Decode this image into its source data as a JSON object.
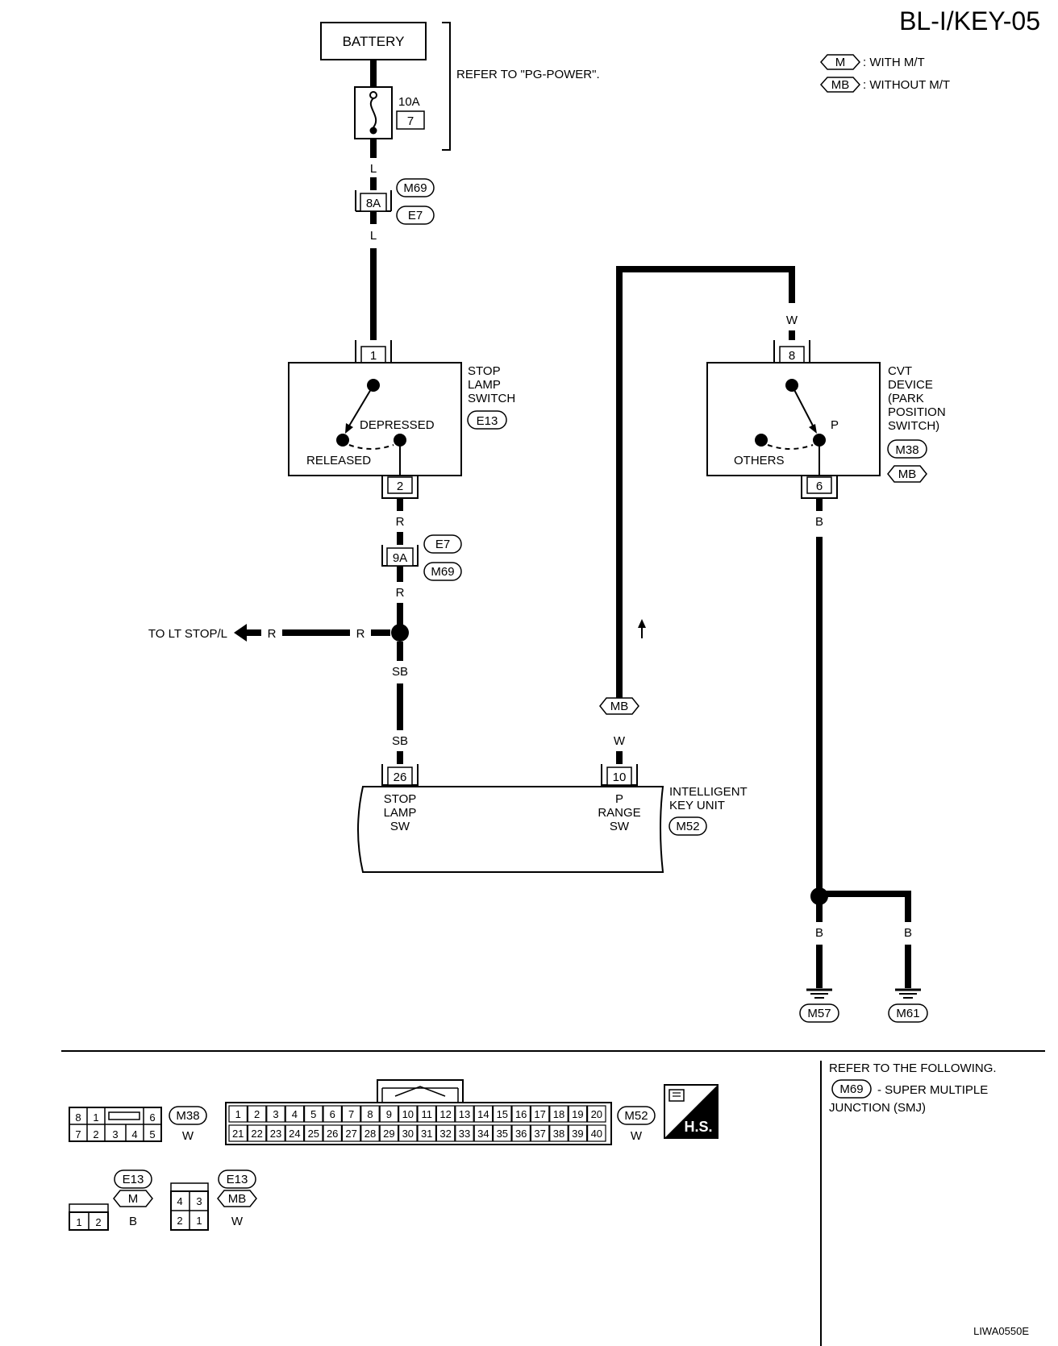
{
  "title": "BL-I/KEY-05",
  "figure_id": "LIWA0550E",
  "legend": [
    {
      "code": "M",
      "desc": ": WITH M/T"
    },
    {
      "code": "MB",
      "desc": ": WITHOUT M/T"
    }
  ],
  "battery": {
    "label": "BATTERY",
    "fuse_rating": "10A",
    "fuse_number": "7",
    "refer": "REFER TO \"PG-POWER\"."
  },
  "wire_colors": {
    "L": "L",
    "W": "W",
    "R": "R",
    "SB": "SB",
    "B": "B"
  },
  "connectors": {
    "m69": "M69",
    "e7": "E7",
    "e13": "E13",
    "m38": "M38",
    "mb": "MB",
    "m": "M",
    "m52": "M52",
    "m57": "M57",
    "m61": "M61"
  },
  "pins": {
    "p8a": "8A",
    "p9a": "9A",
    "p1": "1",
    "p2": "2",
    "p8": "8",
    "p6": "6",
    "p26": "26",
    "p10": "10"
  },
  "stop_lamp_switch": {
    "name": [
      "STOP",
      "LAMP",
      "SWITCH"
    ],
    "depressed": "DEPRESSED",
    "released": "RELEASED"
  },
  "cvt_device": {
    "name": [
      "CVT",
      "DEVICE",
      "(PARK",
      "POSITION",
      "SWITCH)"
    ],
    "p": "P",
    "others": "OTHERS"
  },
  "to_lt_stop": "TO LT STOP/L",
  "key_unit": {
    "name": [
      "INTELLIGENT",
      "KEY UNIT"
    ],
    "stop_sw": [
      "STOP",
      "LAMP",
      "SW"
    ],
    "p_sw": [
      "P",
      "RANGE",
      "SW"
    ]
  },
  "connector_views": {
    "m38_top": [
      "8",
      "1",
      "6"
    ],
    "m38_bottom": [
      "7",
      "2",
      "3",
      "4",
      "5"
    ],
    "m38_color": "W",
    "m52_top": [
      "1",
      "2",
      "3",
      "4",
      "5",
      "6",
      "7",
      "8",
      "9",
      "10",
      "11",
      "12",
      "13",
      "14",
      "15",
      "16",
      "17",
      "18",
      "19",
      "20"
    ],
    "m52_bottom": [
      "21",
      "22",
      "23",
      "24",
      "25",
      "26",
      "27",
      "28",
      "29",
      "30",
      "31",
      "32",
      "33",
      "34",
      "35",
      "36",
      "37",
      "38",
      "39",
      "40"
    ],
    "m52_color": "W",
    "hs": "H.S.",
    "e13m_pins": [
      "1",
      "2"
    ],
    "e13m_color": "B",
    "e13mb_top": [
      "4",
      "3"
    ],
    "e13mb_bottom": [
      "2",
      "1"
    ],
    "e13mb_color": "W"
  },
  "refer_note": {
    "line1": "REFER TO THE FOLLOWING.",
    "code": "M69",
    "line2": "- SUPER MULTIPLE",
    "line3": "JUNCTION (SMJ)"
  }
}
